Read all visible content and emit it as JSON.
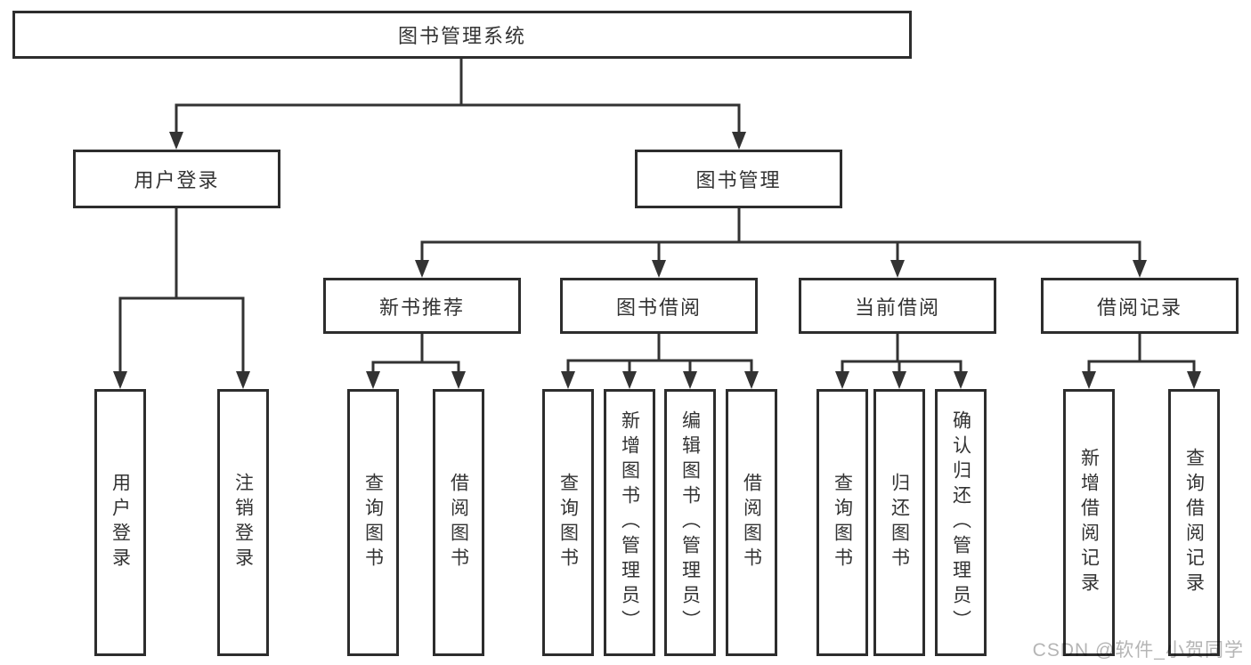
{
  "diagram": {
    "root": {
      "label": "图书管理系统"
    },
    "level2": [
      {
        "label": "用户登录"
      },
      {
        "label": "图书管理"
      }
    ],
    "level3": [
      {
        "label": "新书推荐"
      },
      {
        "label": "图书借阅"
      },
      {
        "label": "当前借阅"
      },
      {
        "label": "借阅记录"
      }
    ],
    "leaves": [
      {
        "label": "用户登录"
      },
      {
        "label": "注销登录"
      },
      {
        "label": "查询图书"
      },
      {
        "label": "借阅图书"
      },
      {
        "label": "查询图书"
      },
      {
        "label": "新增图书（管理员）"
      },
      {
        "label": "编辑图书（管理员）"
      },
      {
        "label": "借阅图书"
      },
      {
        "label": "查询图书"
      },
      {
        "label": "归还图书"
      },
      {
        "label": "确认归还（管理员）"
      },
      {
        "label": "新增借阅记录"
      },
      {
        "label": "查询借阅记录"
      }
    ]
  },
  "watermark": {
    "text": "CSDN @软件_小贺同学"
  },
  "colors": {
    "line": "#333333",
    "border": "#2d2d2d",
    "text": "#333333",
    "watermark_text": "#b5b5b5",
    "background": "#ffffff"
  }
}
